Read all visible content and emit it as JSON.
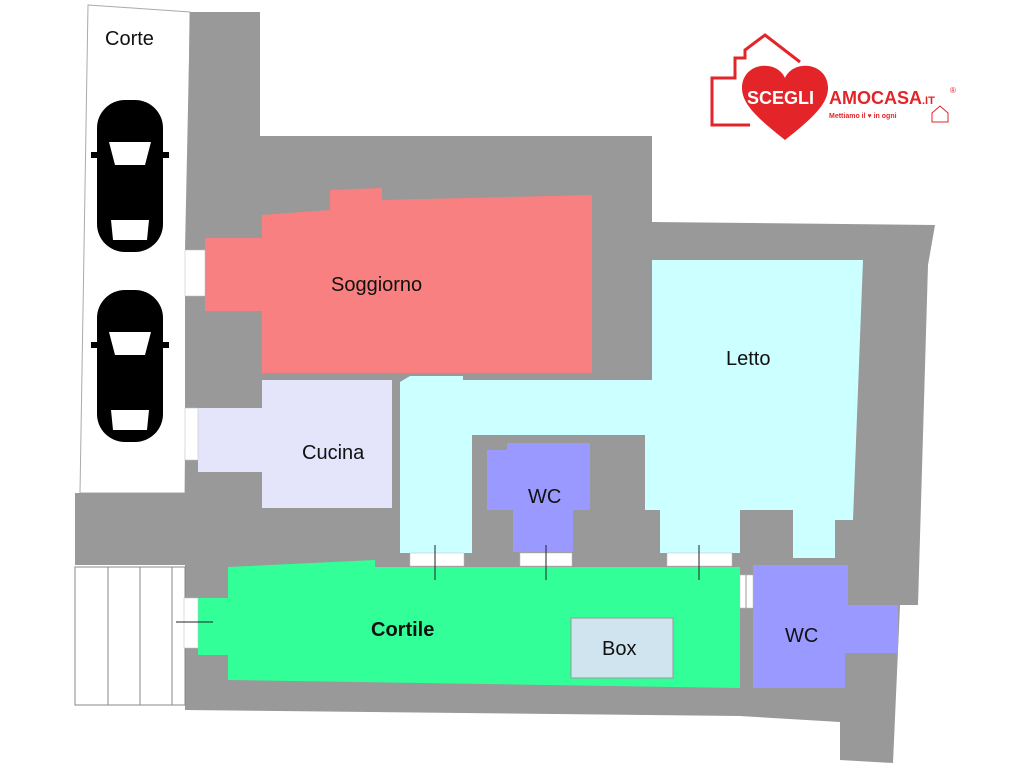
{
  "rooms": {
    "corte": "Corte",
    "soggiorno": "Soggiorno",
    "letto": "Letto",
    "cucina": "Cucina",
    "wc_1": "WC",
    "wc_2": "WC",
    "cortile": "Cortile",
    "box": "Box"
  },
  "logo": {
    "brand": "SCEGLIAMOCASA.IT",
    "tagline": "Mettiamo il ♥ in ogni"
  },
  "colors": {
    "wall": "#999999",
    "soggiorno": "#F88080",
    "letto": "#CCFFFF",
    "cucina": "#E4E4FA",
    "wc": "#9999FF",
    "cortile": "#33FF99",
    "box": "#D0E4F0",
    "logo_red": "#E32428"
  }
}
